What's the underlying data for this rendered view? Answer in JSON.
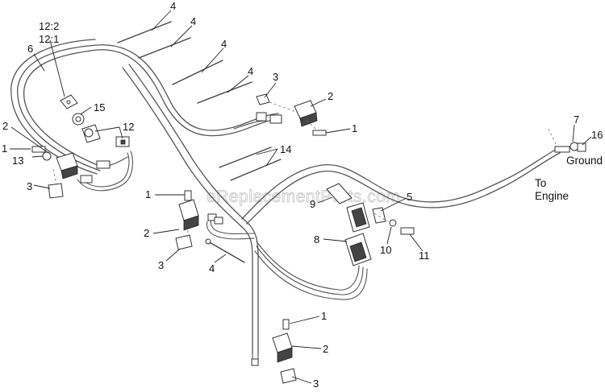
{
  "watermark": "eReplacementParts.com",
  "callouts": {
    "c4a": "4",
    "c4b": "4",
    "c4c": "4",
    "c4d": "4",
    "c4e": "4",
    "c3a": "3",
    "c2a": "2",
    "c1a": "1",
    "c12_2": "12:2",
    "c12_1": "12:1",
    "c6": "6",
    "c15": "15",
    "c12": "12",
    "c2b": "2",
    "c1b": "1",
    "c13": "13",
    "c3b": "3",
    "c14": "14",
    "c1c": "1",
    "c2c": "2",
    "c3c": "3",
    "c9": "9",
    "c5": "5",
    "c8": "8",
    "c10": "10",
    "c11": "11",
    "c7": "7",
    "c16": "16",
    "c1d": "1",
    "c2d": "2",
    "c3d": "3"
  },
  "labels": {
    "ground": "Ground",
    "to": "To",
    "engine": "Engine"
  }
}
